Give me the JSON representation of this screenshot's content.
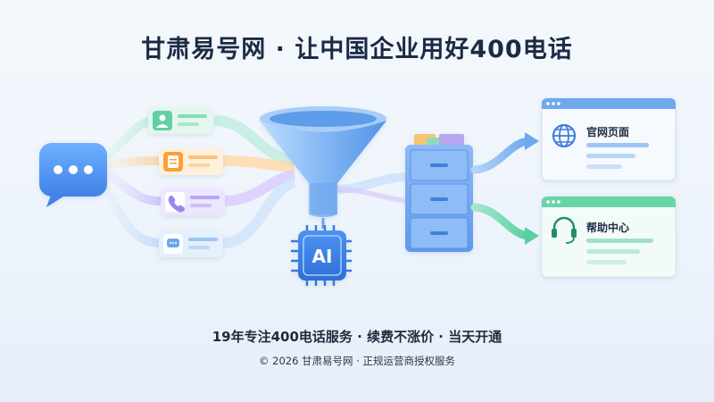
{
  "title": "甘肃易号网 · 让中国企业用好400电话",
  "cards": {
    "website": {
      "label": "官网页面",
      "icon": "globe-icon"
    },
    "help": {
      "label": "帮助中心",
      "icon": "headset-icon"
    }
  },
  "chip_label": "AI",
  "tagline": "19年专注400电话服务 · 续费不涨价 · 当天开通",
  "copyright": "© 2026 甘肃易号网 · 正规运营商授权服务",
  "colors": {
    "primary_blue": "#4a8fe8",
    "green": "#5fd3a8",
    "orange": "#f9a03a",
    "purple": "#9c86ee",
    "title_text": "#1b2a44"
  }
}
